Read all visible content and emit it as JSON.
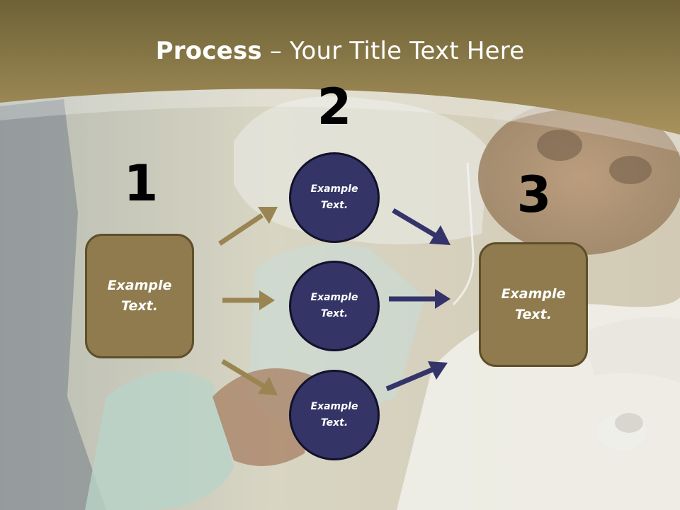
{
  "title": {
    "bold": "Process",
    "rest": " – Your Title Text Here"
  },
  "steps": {
    "num1": "1",
    "num2": "2",
    "num3": "3",
    "box_left": "Example Text.",
    "circle_top": "Example Text.",
    "circle_middle": "Example Text.",
    "circle_bottom": "Example Text.",
    "box_right": "Example Text."
  },
  "colors": {
    "banner": "#8f7b4d",
    "box_fill": "#8f7b4d",
    "circle_fill": "#343466",
    "arrow_gold": "#9a8552",
    "arrow_navy": "#34346a"
  }
}
